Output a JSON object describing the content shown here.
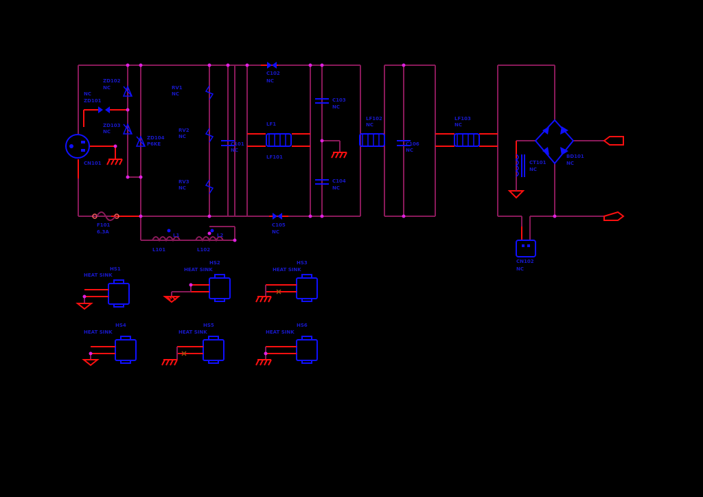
{
  "colors": {
    "background": "#000000",
    "wire": "#8a1a5a",
    "pin": "#ff1010",
    "component": "#1010ff",
    "label": "#1818c8",
    "junction": "#e020e0"
  },
  "labels": [
    {
      "id": "inlet",
      "text": "CN101"
    },
    {
      "id": "fuse",
      "text": "F101"
    },
    {
      "id": "fuse-val",
      "text": "6.3A"
    },
    {
      "id": "zd-a",
      "text": "ZD102"
    },
    {
      "id": "zd-a-val",
      "text": "NC"
    },
    {
      "id": "zd-b",
      "text": "NC"
    },
    {
      "id": "zd-b-ref",
      "text": "ZD101"
    },
    {
      "id": "zd-c",
      "text": "ZD103"
    },
    {
      "id": "zd-c-val",
      "text": "NC"
    },
    {
      "id": "tvs",
      "text": "ZD104"
    },
    {
      "id": "tvs-val",
      "text": "P6KE"
    },
    {
      "id": "rv1",
      "text": "RV1"
    },
    {
      "id": "rv1-val",
      "text": "NC"
    },
    {
      "id": "rv2",
      "text": "RV2"
    },
    {
      "id": "rv2-val",
      "text": "NC"
    },
    {
      "id": "rv3",
      "text": "RV3"
    },
    {
      "id": "rv3-val",
      "text": "NC"
    },
    {
      "id": "cx1",
      "text": "C101"
    },
    {
      "id": "cx1-val",
      "text": "NC"
    },
    {
      "id": "cy-top",
      "text": "C102"
    },
    {
      "id": "cy-top-val",
      "text": "NC"
    },
    {
      "id": "lf1",
      "text": "LF1"
    },
    {
      "id": "lf1-ref",
      "text": "LF101"
    },
    {
      "id": "cy2",
      "text": "C103"
    },
    {
      "id": "cy2-val",
      "text": "NC"
    },
    {
      "id": "cy3",
      "text": "C104"
    },
    {
      "id": "cy3-val",
      "text": "NC"
    },
    {
      "id": "cy-bot",
      "text": "C105"
    },
    {
      "id": "cy-bot-val",
      "text": "NC"
    },
    {
      "id": "lf2",
      "text": "LF102"
    },
    {
      "id": "lf2-val",
      "text": "NC"
    },
    {
      "id": "cx2",
      "text": "C106"
    },
    {
      "id": "cx2-val",
      "text": "NC"
    },
    {
      "id": "lf3",
      "text": "LF103"
    },
    {
      "id": "lf3-val",
      "text": "NC"
    },
    {
      "id": "l1",
      "text": "L1"
    },
    {
      "id": "l1-ref",
      "text": "L101"
    },
    {
      "id": "l2",
      "text": "L2"
    },
    {
      "id": "l2-ref",
      "text": "L102"
    },
    {
      "id": "ct",
      "text": "CT101"
    },
    {
      "id": "ct-val",
      "text": "NC"
    },
    {
      "id": "br",
      "text": "BD101"
    },
    {
      "id": "br-val",
      "text": "NC"
    },
    {
      "id": "cn2",
      "text": "CN102"
    },
    {
      "id": "cn2-val",
      "text": "NC"
    },
    {
      "id": "hs1",
      "text": "HS1"
    },
    {
      "id": "hs1-desc",
      "text": "HEAT SINK"
    },
    {
      "id": "hs2",
      "text": "HS2"
    },
    {
      "id": "hs2-desc",
      "text": "HEAT SINK"
    },
    {
      "id": "hs3",
      "text": "HS3"
    },
    {
      "id": "hs3-desc",
      "text": "HEAT SINK"
    },
    {
      "id": "hs4",
      "text": "HS4"
    },
    {
      "id": "hs4-desc",
      "text": "HEAT SINK"
    },
    {
      "id": "hs5",
      "text": "HS5"
    },
    {
      "id": "hs5-desc",
      "text": "HEAT SINK"
    },
    {
      "id": "hs6",
      "text": "HS6"
    },
    {
      "id": "hs6-desc",
      "text": "HEAT SINK"
    }
  ]
}
